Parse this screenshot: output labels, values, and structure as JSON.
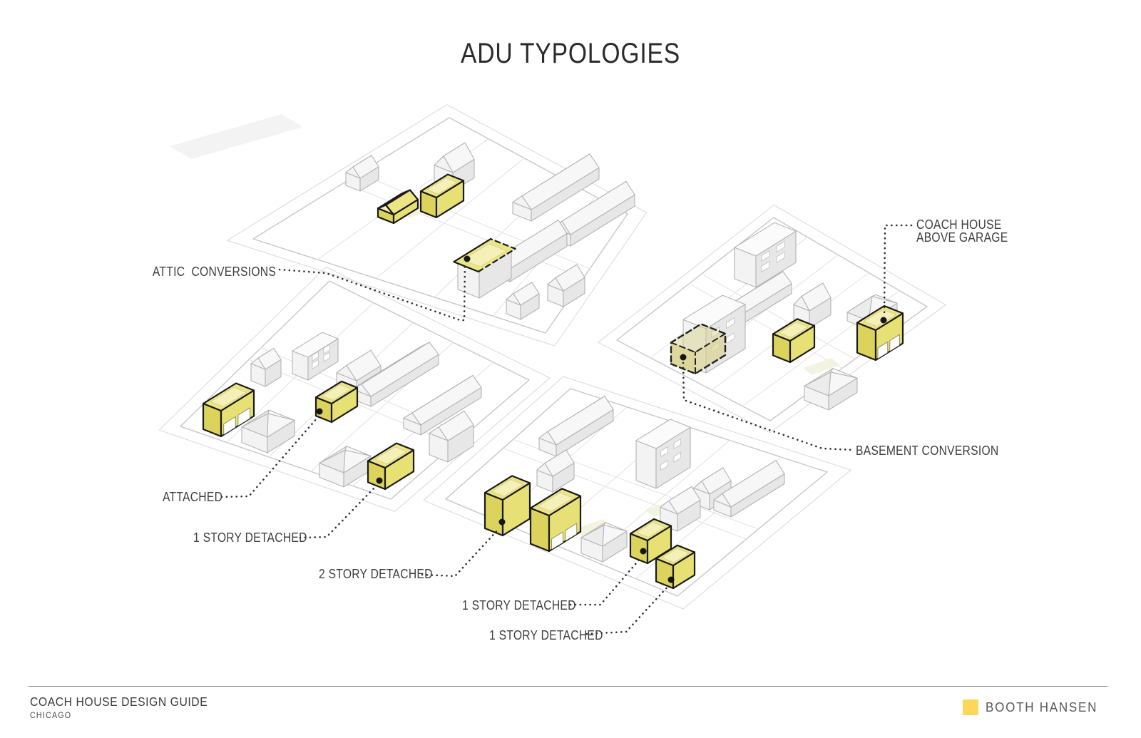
{
  "title": "ADU TYPOLOGIES",
  "annotations": {
    "attic": {
      "label": "ATTIC  CONVERSIONS"
    },
    "coach_house": {
      "label": "COACH HOUSE\nABOVE GARAGE"
    },
    "basement": {
      "label": "BASEMENT CONVERSION"
    },
    "attached": {
      "label": "ATTACHED"
    },
    "one_story_a": {
      "label": "1 STORY DETACHED"
    },
    "two_story": {
      "label": "2 STORY DETACHED"
    },
    "one_story_b": {
      "label": "1 STORY DETACHED"
    },
    "one_story_c": {
      "label": "1 STORY DETACHED"
    }
  },
  "footer": {
    "guide_title": "COACH HOUSE DESIGN GUIDE",
    "city": "CHICAGO",
    "brand": "BOOTH HANSEN"
  },
  "colors": {
    "adu_yellow_front": "#dcd35c",
    "adu_yellow_side": "#e7e074",
    "adu_yellow_top": "#ece586",
    "adu_yellow_top_light": "#f4f0b8",
    "basement_olive": "#d8d18c",
    "logo_yellow": "#fcd75a",
    "leader_ink": "#2e2e2e",
    "label_ink": "#3e3e3e"
  }
}
